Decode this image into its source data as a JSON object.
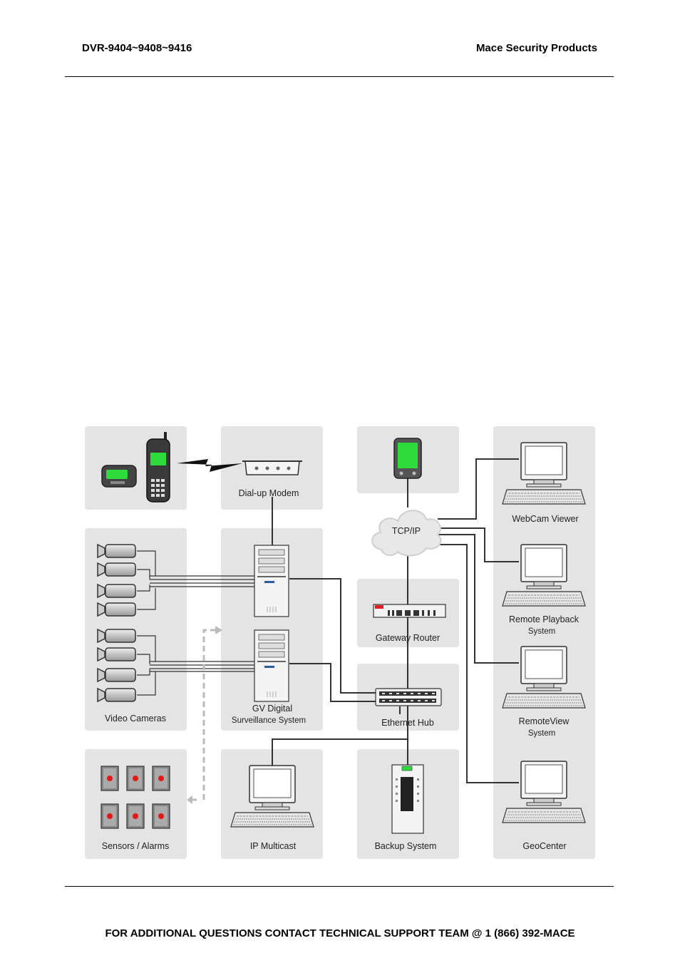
{
  "header": {
    "left": "DVR-9404~9408~9416",
    "right": "Mace Security Products"
  },
  "diagram": {
    "labels": {
      "dialup_modem": "Dial-up Modem",
      "tcpip": "TCP/IP",
      "webcam_viewer": "WebCam Viewer",
      "video_cameras": "Video Cameras",
      "gv_digital_1": "GV Digital",
      "gv_digital_2": "Surveillance System",
      "gateway_router": "Gateway Router",
      "remote_playback_1": "Remote Playback",
      "remote_playback_2": "System",
      "ethernet_hub": "Ethernet Hub",
      "remoteview_1": "RemoteView",
      "remoteview_2": "System",
      "sensors_alarms": "Sensors / Alarms",
      "ip_multicast": "IP Multicast",
      "backup_system": "Backup System",
      "geocenter": "GeoCenter"
    }
  },
  "footer": {
    "text": "FOR ADDITIONAL QUESTIONS CONTACT TECHNICAL SUPPORT TEAM @ 1 (866) 392-MACE"
  }
}
